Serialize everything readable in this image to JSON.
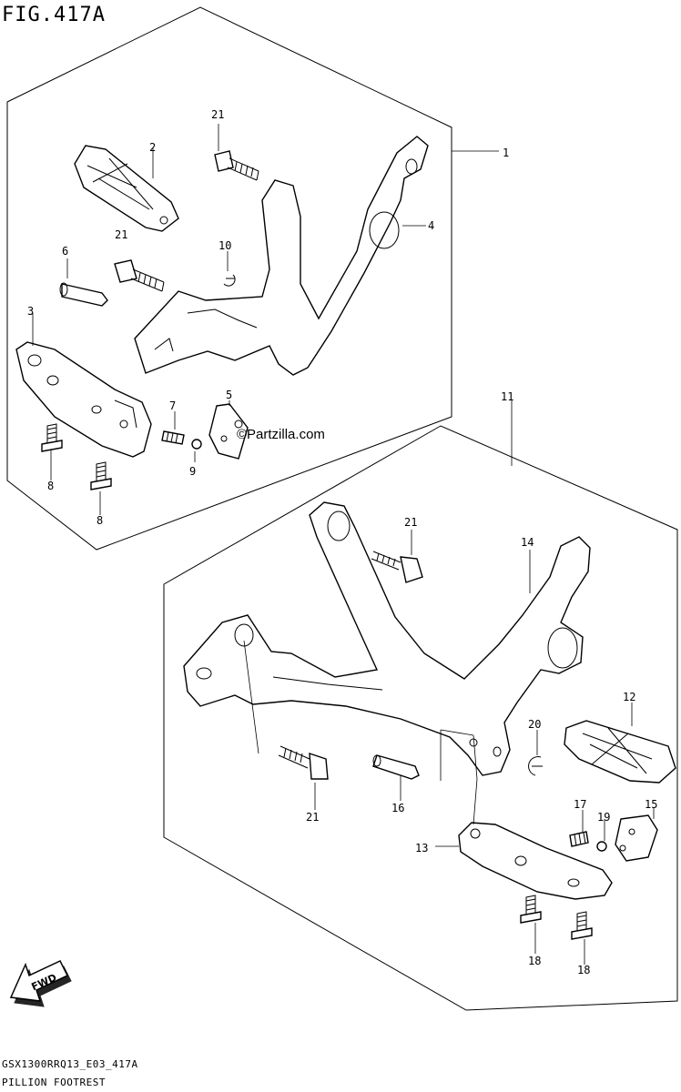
{
  "figure": {
    "title": "FIG.417A"
  },
  "callouts": {
    "c1": "1",
    "c2": "2",
    "c3": "3",
    "c4": "4",
    "c5": "5",
    "c6": "6",
    "c7": "7",
    "c8a": "8",
    "c8b": "8",
    "c9": "9",
    "c10": "10",
    "c11": "11",
    "c12": "12",
    "c13": "13",
    "c14": "14",
    "c15": "15",
    "c16": "16",
    "c17": "17",
    "c18a": "18",
    "c18b": "18",
    "c19": "19",
    "c20": "20",
    "c21a": "21",
    "c21b": "21",
    "c21c": "21",
    "c21d": "21"
  },
  "watermark": "©Partzilla.com",
  "fwd_label": "FWD",
  "footer": {
    "code": "GSX1300RRQ13_E03_417A",
    "caption": "PILLION FOOTREST"
  }
}
